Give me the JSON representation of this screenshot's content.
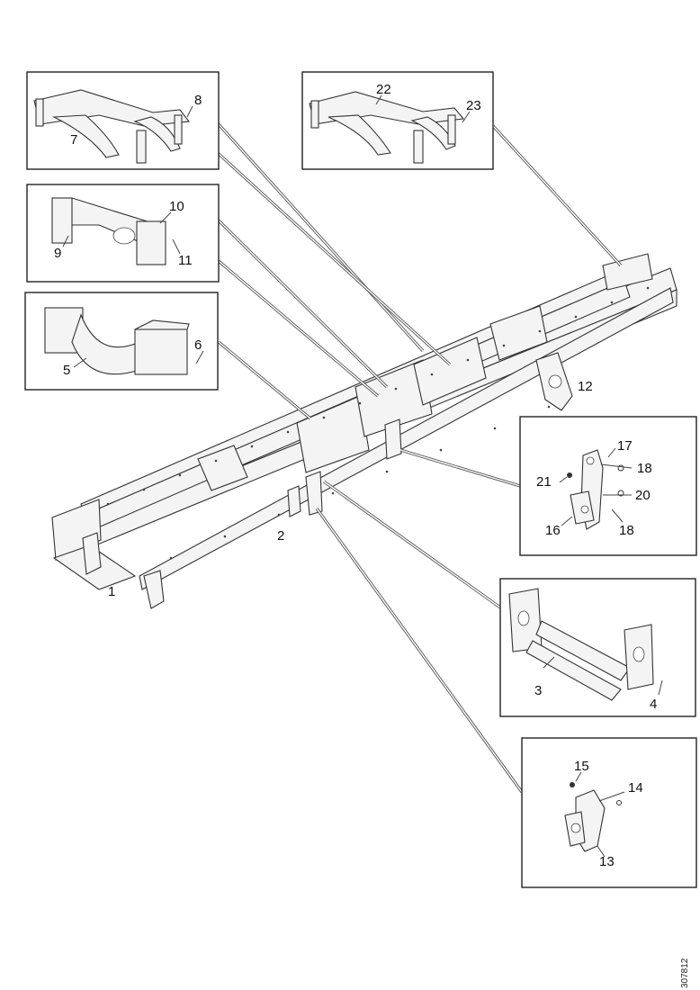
{
  "callouts": {
    "c1": "1",
    "c2": "2",
    "c3": "3",
    "c4": "4",
    "c5": "5",
    "c6": "6",
    "c7": "7",
    "c8": "8",
    "c9": "9",
    "c10": "10",
    "c11": "11",
    "c12": "12",
    "c13": "13",
    "c14": "14",
    "c15": "15",
    "c16": "16",
    "c17": "17",
    "c18a": "18",
    "c18b": "18",
    "c20": "20",
    "c21": "21",
    "c22": "22",
    "c23": "23"
  },
  "doc_code": "307812"
}
